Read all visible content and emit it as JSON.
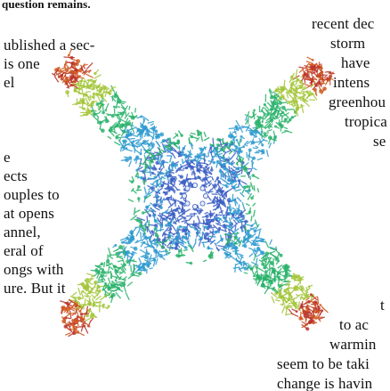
{
  "left_column": {
    "top_line": "question remains.",
    "lines": [
      "ublished a sec-",
      "is one",
      "el",
      "e",
      "ects",
      "ouples to",
      "at opens",
      "annel,",
      "eral of",
      "ongs with",
      "ure. But it"
    ]
  },
  "right_column": {
    "lines": [
      "recent dec",
      "storm",
      "have",
      "intens",
      "greenhou",
      "tropica",
      "se",
      "t",
      "to ac",
      "warmin",
      "seem to be taki",
      "change is havin"
    ]
  },
  "figure": {
    "subject": "four-arm molecular structure",
    "colors": {
      "core": "#3b5fc4",
      "inner": "#2f9bd0",
      "mid": "#29b26a",
      "outer": "#a4c63a",
      "tip_warm": "#d0571e",
      "tip_red": "#b8322a"
    }
  }
}
